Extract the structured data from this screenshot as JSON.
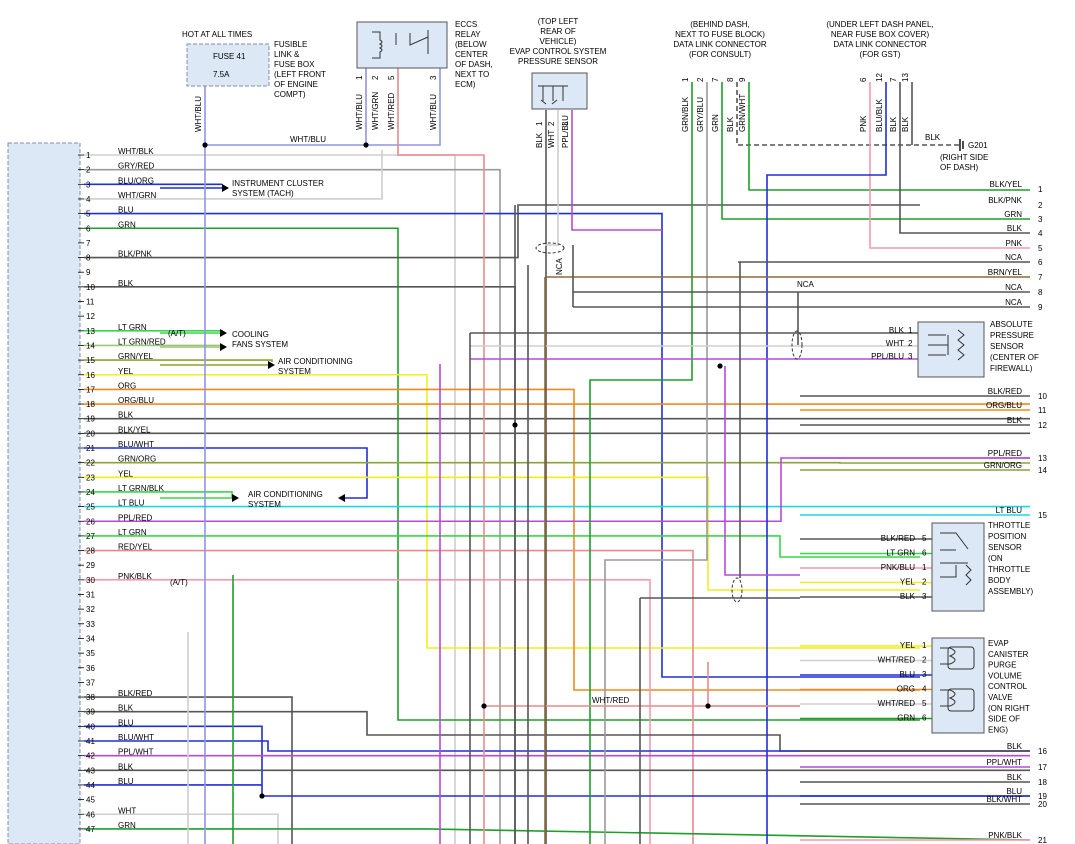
{
  "header": {
    "fuse_note": "HOT AT ALL TIMES",
    "fuse_label": "FUSE 41",
    "fuse_rating": "7.5A",
    "fusible_lines": [
      "FUSIBLE",
      "LINK &",
      "FUSE BOX",
      "(LEFT FRONT",
      "OF ENGINE",
      "COMPT)"
    ],
    "eccs_lines": [
      "ECCS",
      "RELAY",
      "(BELOW",
      "CENTER",
      "OF DASH,",
      "NEXT TO",
      "ECM)"
    ],
    "evap_sensor_lines": [
      "(TOP LEFT",
      "REAR OF",
      "VEHICLE)",
      "EVAP CONTROL SYSTEM",
      "PRESSURE SENSOR"
    ],
    "consult_lines": [
      "(BEHIND DASH,",
      "NEXT TO FUSE BLOCK)",
      "DATA LINK CONNECTOR",
      "(FOR CONSULT)"
    ],
    "gst_lines": [
      "(UNDER LEFT DASH PANEL,",
      "NEAR FUSE BOX COVER)",
      "DATA LINK CONNECTOR",
      "(FOR GST)"
    ],
    "ground_label": "G201",
    "ground_note": [
      "(RIGHT SIDE",
      "OF DASH)"
    ]
  },
  "top_wires": {
    "fuse": [
      "WHT/BLU"
    ],
    "eccs_pins": [
      "1",
      "2",
      "5",
      "3"
    ],
    "eccs": [
      "WHT/BLU",
      "WHT/GRN",
      "WHT/RED",
      "WHT/BLU"
    ],
    "evap_pins": [
      "1",
      "2",
      "3"
    ],
    "evap": [
      "BLK",
      "WHT",
      "PPL/BLU"
    ],
    "consult_pins": [
      "1",
      "2",
      "7",
      "8",
      "9"
    ],
    "consult": [
      "GRN/BLK",
      "GRY/BLU",
      "GRN",
      "BLK",
      "GRN/WHT"
    ],
    "gst_pins": [
      "6",
      "12",
      "7",
      "13"
    ],
    "gst": [
      "PNK",
      "BLU/BLK",
      "BLK",
      "BLK"
    ],
    "bus_label": "WHT/BLU",
    "ground_wire": "BLK"
  },
  "ecm_pins": [
    {
      "n": "1",
      "c": "WHT/BLK"
    },
    {
      "n": "2",
      "c": "GRY/RED"
    },
    {
      "n": "3",
      "c": "BLU/ORG"
    },
    {
      "n": "4",
      "c": "WHT/GRN"
    },
    {
      "n": "5",
      "c": "BLU"
    },
    {
      "n": "6",
      "c": "GRN"
    },
    {
      "n": "7",
      "c": ""
    },
    {
      "n": "8",
      "c": "BLK/PNK"
    },
    {
      "n": "9",
      "c": ""
    },
    {
      "n": "10",
      "c": "BLK"
    },
    {
      "n": "11",
      "c": ""
    },
    {
      "n": "12",
      "c": ""
    },
    {
      "n": "13",
      "c": "LT GRN"
    },
    {
      "n": "14",
      "c": "LT GRN/RED"
    },
    {
      "n": "15",
      "c": "GRN/YEL"
    },
    {
      "n": "16",
      "c": "YEL"
    },
    {
      "n": "17",
      "c": "ORG"
    },
    {
      "n": "18",
      "c": "ORG/BLU"
    },
    {
      "n": "19",
      "c": "BLK"
    },
    {
      "n": "20",
      "c": "BLK/YEL"
    },
    {
      "n": "21",
      "c": "BLU/WHT"
    },
    {
      "n": "22",
      "c": "GRN/ORG"
    },
    {
      "n": "23",
      "c": "YEL"
    },
    {
      "n": "24",
      "c": "LT GRN/BLK"
    },
    {
      "n": "25",
      "c": "LT BLU"
    },
    {
      "n": "26",
      "c": "PPL/RED"
    },
    {
      "n": "27",
      "c": "LT GRN"
    },
    {
      "n": "28",
      "c": "RED/YEL"
    },
    {
      "n": "29",
      "c": ""
    },
    {
      "n": "30",
      "c": "PNK/BLK"
    },
    {
      "n": "31",
      "c": ""
    },
    {
      "n": "32",
      "c": ""
    },
    {
      "n": "33",
      "c": ""
    },
    {
      "n": "34",
      "c": ""
    },
    {
      "n": "35",
      "c": ""
    },
    {
      "n": "36",
      "c": ""
    },
    {
      "n": "37",
      "c": ""
    },
    {
      "n": "38",
      "c": "BLK/RED"
    },
    {
      "n": "39",
      "c": "BLK"
    },
    {
      "n": "40",
      "c": "BLU"
    },
    {
      "n": "41",
      "c": "BLU/WHT"
    },
    {
      "n": "42",
      "c": "PPL/WHT"
    },
    {
      "n": "43",
      "c": "BLK"
    },
    {
      "n": "44",
      "c": "BLU"
    },
    {
      "n": "45",
      "c": ""
    },
    {
      "n": "46",
      "c": "WHT"
    },
    {
      "n": "47",
      "c": "GRN"
    }
  ],
  "pin_notes": {
    "at": "(A/T)",
    "at2": "(A/T)"
  },
  "ecm_side_labels": {
    "cluster": [
      "INSTRUMENT CLUSTER",
      "SYSTEM  (TACH)"
    ],
    "fans": [
      "COOLING",
      "FANS SYSTEM"
    ],
    "ac1": [
      "AIR CONDITIONING",
      "SYSTEM"
    ],
    "ac2": [
      "AIR CONDITIONING",
      "SYSTEM"
    ]
  },
  "right_wires": [
    {
      "n": "1",
      "c": "BLK/YEL"
    },
    {
      "n": "2",
      "c": "BLK/PNK"
    },
    {
      "n": "3",
      "c": "GRN"
    },
    {
      "n": "4",
      "c": "BLK"
    },
    {
      "n": "5",
      "c": "PNK"
    },
    {
      "n": "6",
      "c": "NCA"
    },
    {
      "n": "7",
      "c": "BRN/YEL"
    },
    {
      "n": "8",
      "c": "NCA"
    },
    {
      "n": "9",
      "c": "NCA"
    },
    {
      "n": "10",
      "c": "BLK/RED"
    },
    {
      "n": "11",
      "c": "ORG/BLU"
    },
    {
      "n": "12",
      "c": "BLK"
    },
    {
      "n": "13",
      "c": "PPL/RED"
    },
    {
      "n": "14",
      "c": "GRN/ORG"
    },
    {
      "n": "15",
      "c": "LT BLU"
    },
    {
      "n": "16",
      "c": "BLK"
    },
    {
      "n": "17",
      "c": "PPL/WHT"
    },
    {
      "n": "18",
      "c": "BLK"
    },
    {
      "n": "19",
      "c": "BLU"
    },
    {
      "n": "20",
      "c": "BLK/WHT"
    },
    {
      "n": "21",
      "c": "PNK/BLK"
    }
  ],
  "nca_labels": [
    "NCA",
    "NCA"
  ],
  "abs_sensor": {
    "title": [
      "ABSOLUTE",
      "PRESSURE",
      "SENSOR",
      "(CENTER OF",
      "FIREWALL)"
    ],
    "pins": [
      {
        "c": "BLK",
        "n": "1"
      },
      {
        "c": "WHT",
        "n": "2"
      },
      {
        "c": "PPL/BLU",
        "n": "3"
      }
    ]
  },
  "tps": {
    "title": [
      "THROTTLE",
      "POSITION",
      "SENSOR",
      "(ON",
      "THROTTLE",
      "BODY",
      "ASSEMBLY)"
    ],
    "pins": [
      {
        "c": "BLK/RED",
        "n": "5"
      },
      {
        "c": "LT GRN",
        "n": "6"
      },
      {
        "c": "PNK/BLU",
        "n": "1"
      },
      {
        "c": "YEL",
        "n": "2"
      },
      {
        "c": "BLK",
        "n": "3"
      }
    ]
  },
  "evap_valve": {
    "title": [
      "EVAP",
      "CANISTER",
      "PURGE",
      "VOLUME",
      "CONTROL",
      "VALVE",
      "(ON RIGHT",
      "SIDE OF",
      "ENG)"
    ],
    "pins": [
      {
        "c": "YEL",
        "n": "1"
      },
      {
        "c": "WHT/RED",
        "n": "2"
      },
      {
        "c": "BLU",
        "n": "3"
      },
      {
        "c": "ORG",
        "n": "4"
      },
      {
        "c": "WHT/RED",
        "n": "5"
      },
      {
        "c": "GRN",
        "n": "6"
      }
    ]
  },
  "mid_labels": {
    "wht_red": "WHT/RED"
  },
  "colors": {
    "BLK": "#555555",
    "WHT": "#cfcfcf",
    "RED": "#e88b8b",
    "GRN": "#1f9e2c",
    "LTGRN": "#39d54a",
    "BLU": "#1f2fd6",
    "LTBLU": "#18d8e6",
    "YEL": "#f2ee1e",
    "ORG": "#f0891e",
    "PPL": "#b54bd8",
    "PNK": "#f39ab0",
    "GRY": "#9a9a9a",
    "BRN": "#8a6a3c",
    "WHTBLU": "#8f95e6",
    "GRNYEL": "#8da032",
    "GRNORG": "#86a638",
    "LTGRNRED": "#9fc77a"
  }
}
